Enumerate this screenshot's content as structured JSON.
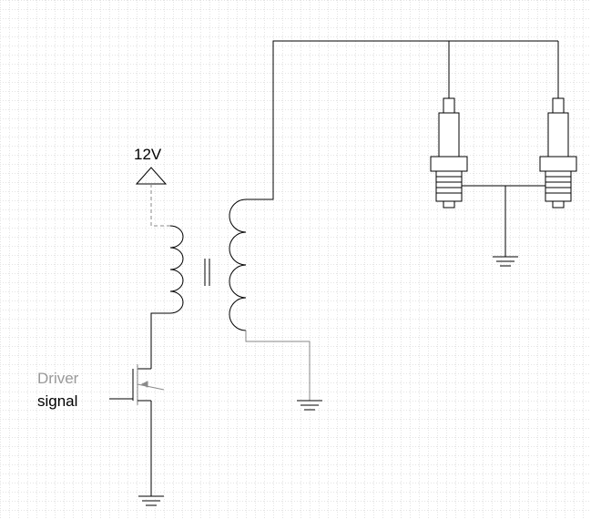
{
  "diagram": {
    "supply_label": "12V",
    "driver_label_line1": "Driver",
    "driver_label_line2": "signal"
  },
  "colors": {
    "background": "#ffffff",
    "grid": "#c8c8c8",
    "wire": "#000000",
    "wire_faded": "#8a8a8a",
    "text": "#000000",
    "text_faded": "#999999"
  }
}
